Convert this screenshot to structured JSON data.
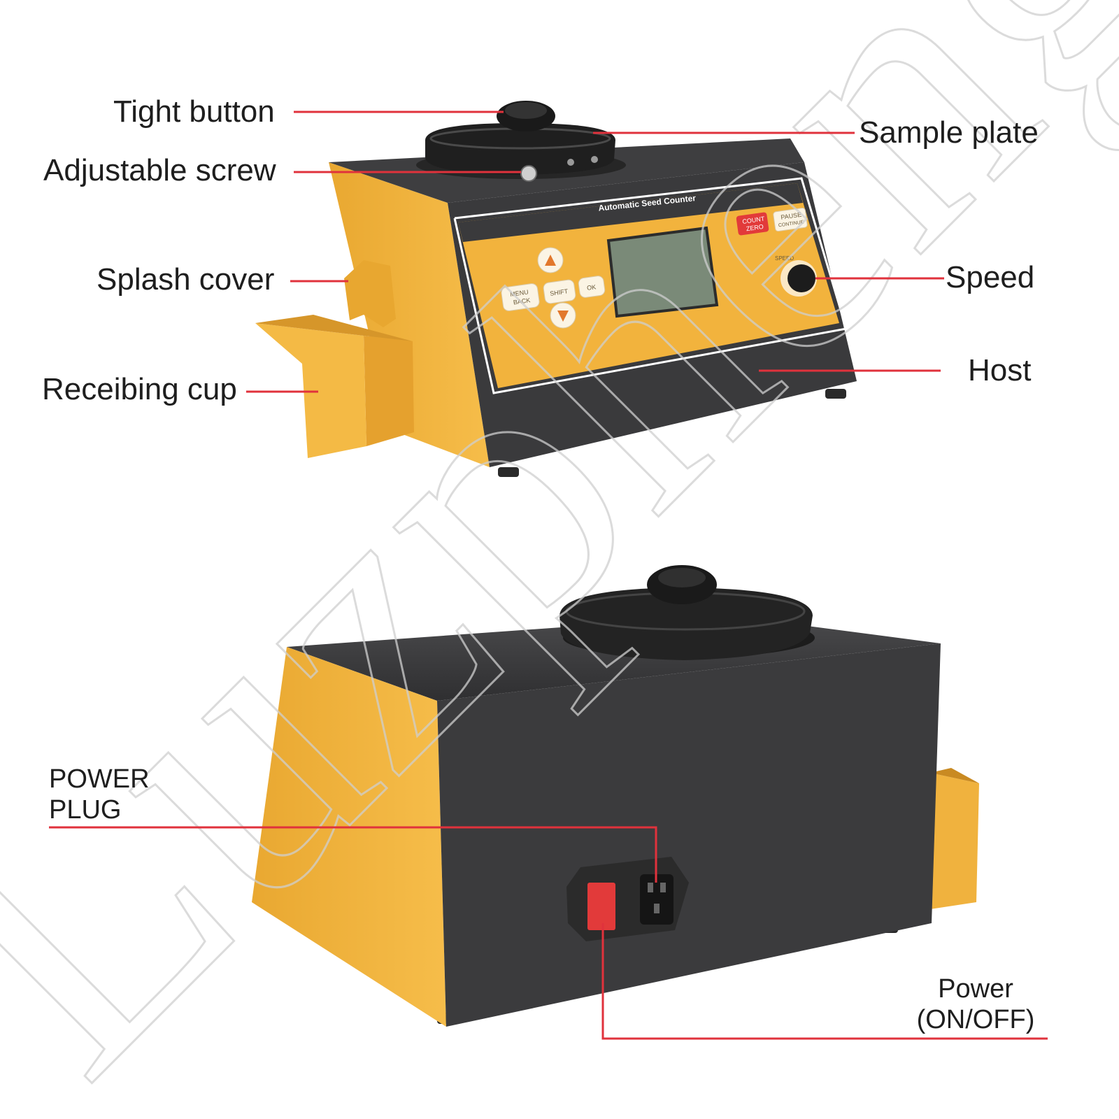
{
  "labels": {
    "tight_button": "Tight button",
    "adjustable_screw": "Adjustable screw",
    "splash_cover": "Splash cover",
    "receiving_cup": "Receibing cup",
    "sample_plate": "Sample plate",
    "speed": "Speed",
    "host": "Host",
    "power_plug_line1": "POWER",
    "power_plug_line2": "PLUG",
    "power_line1": "Power",
    "power_line2": "(ON/OFF)"
  },
  "panel": {
    "title": "Automatic Seed Counter",
    "btn_menu": "MENU",
    "btn_back": "BACK",
    "btn_shift": "SHIFT",
    "btn_ok": "OK",
    "btn_count": "COUNT",
    "btn_zero": "ZERO",
    "btn_pause": "PAUSE",
    "btn_continue": "CONTINUE",
    "speed_caption": "SPEED"
  },
  "watermark": "Luzpheng",
  "colors": {
    "callout_line": "#e0323c",
    "body_yellow": "#f2b33d",
    "body_dark": "#3d3d3f",
    "lcd": "#7a8a78"
  }
}
